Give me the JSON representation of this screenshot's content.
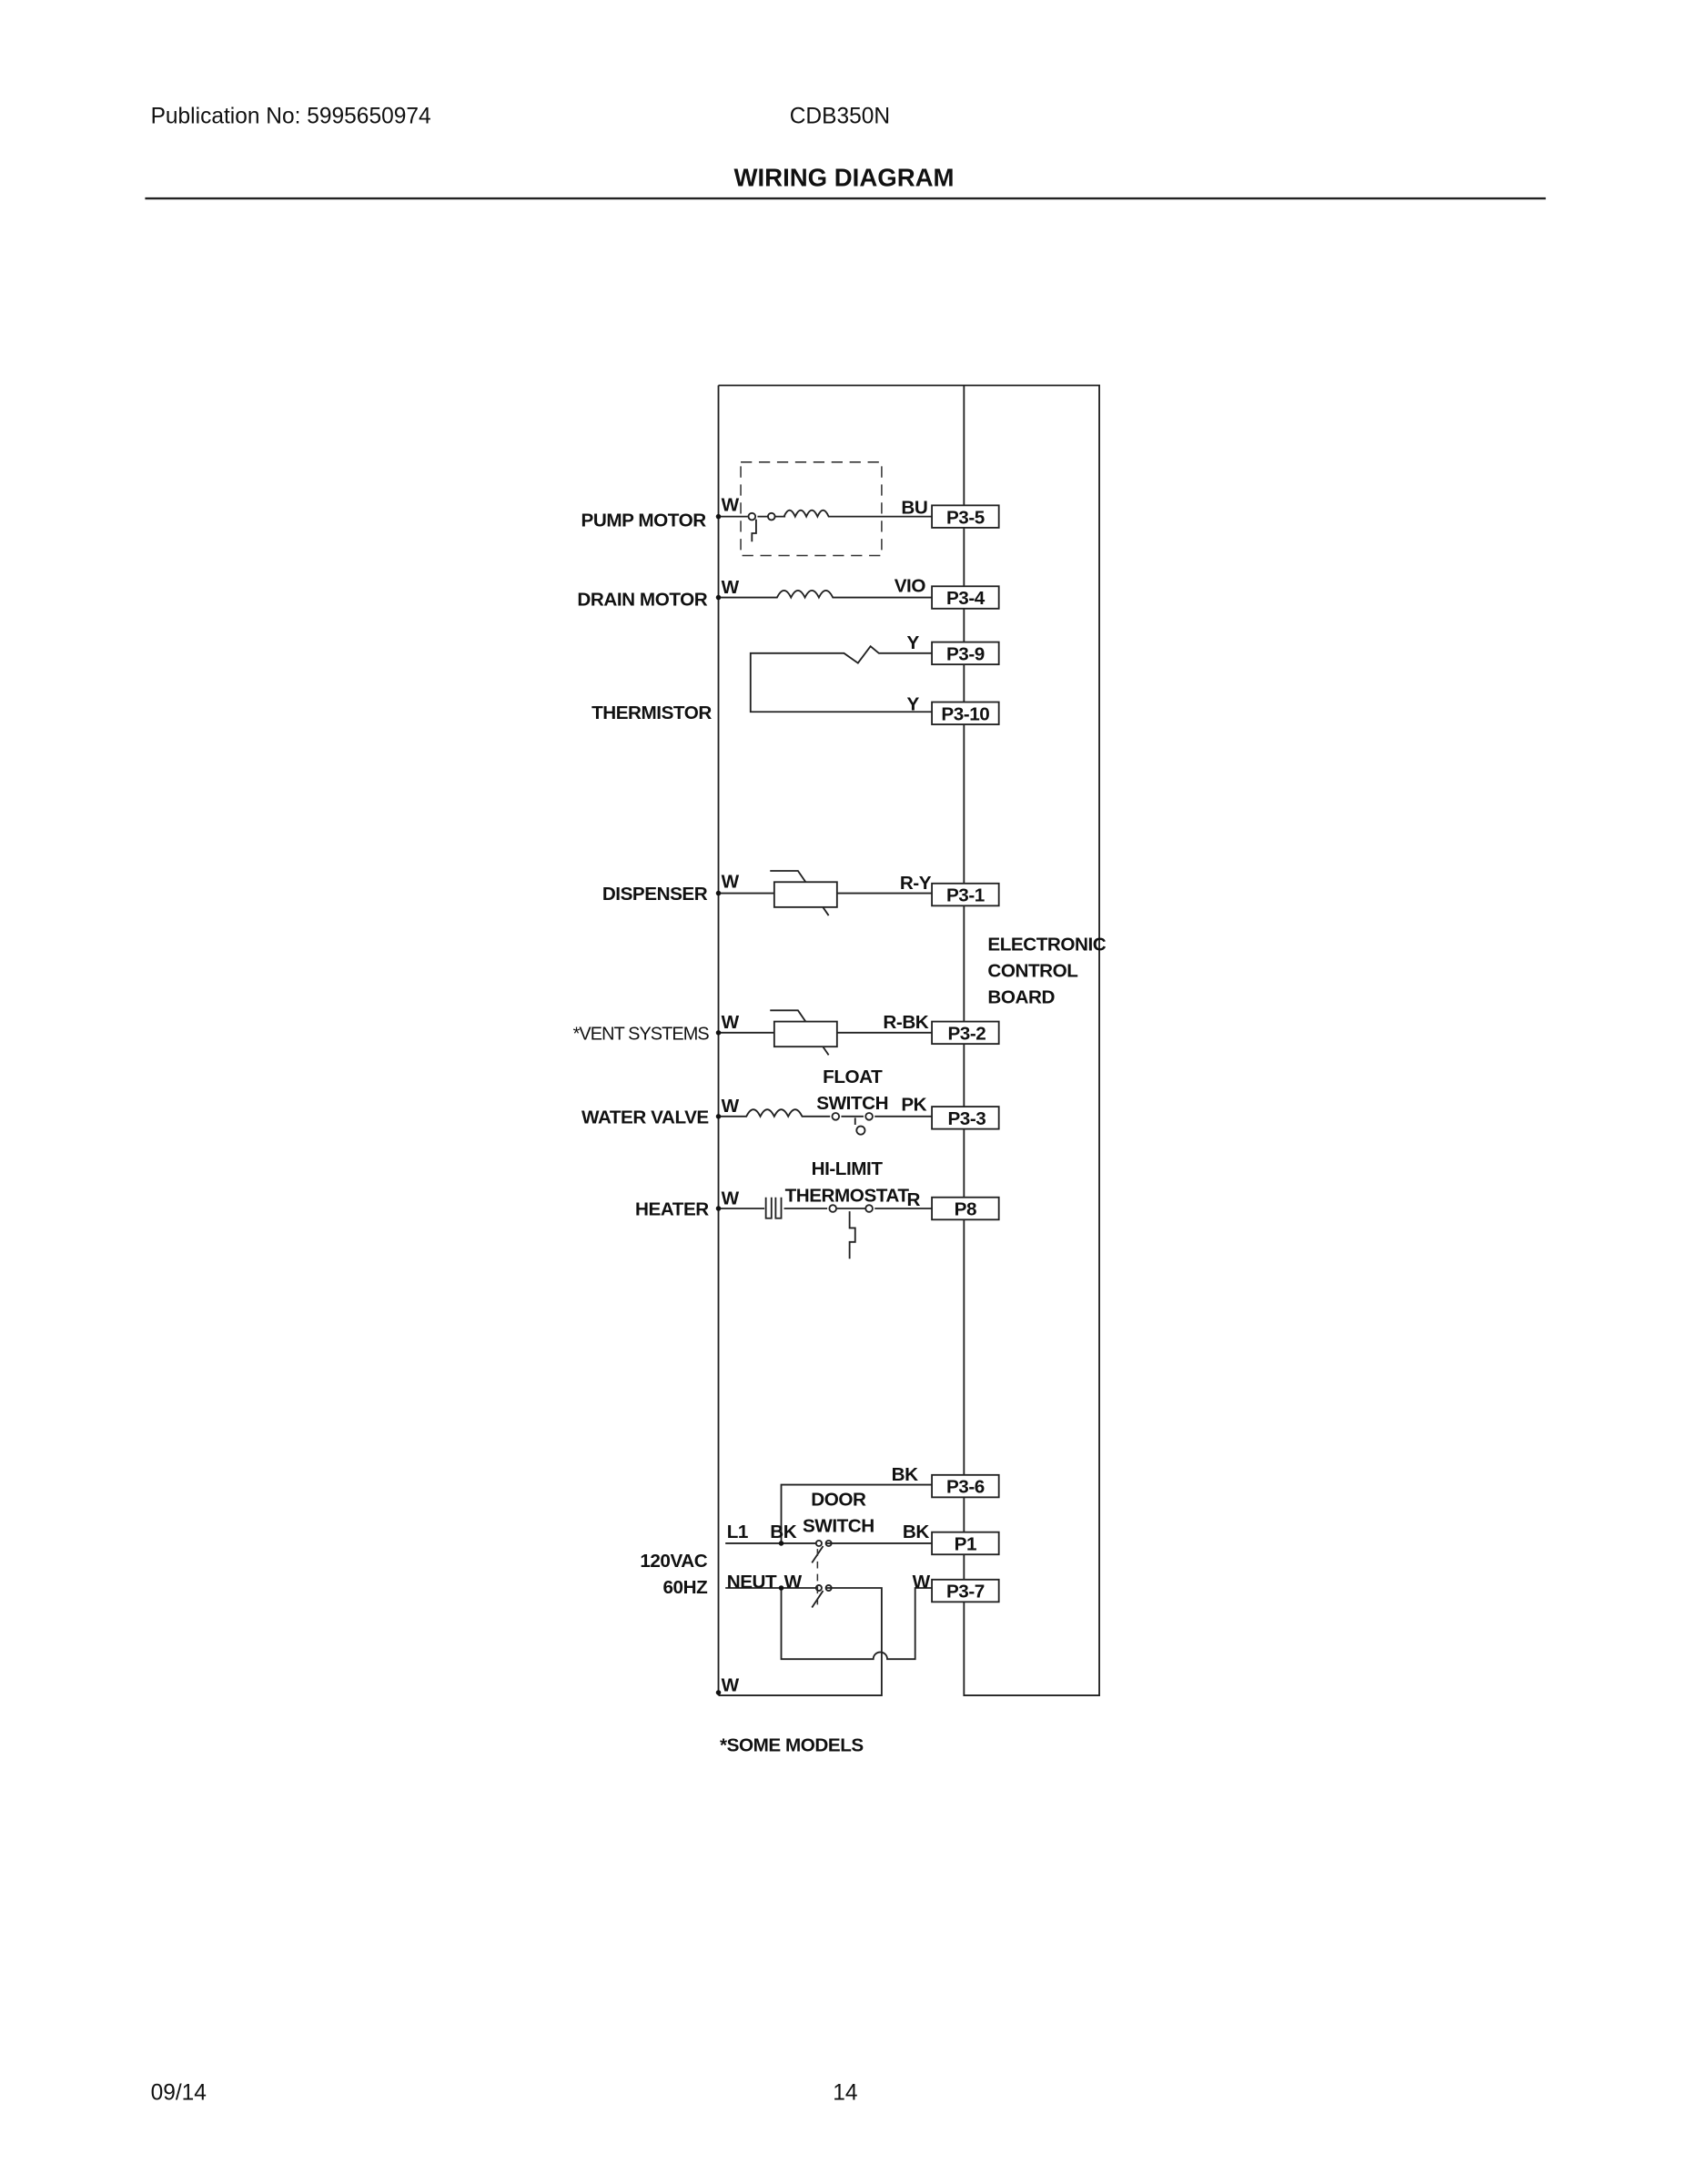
{
  "header": {
    "publication": "Publication No: 5995650974",
    "model": "CDB350N",
    "title": "WIRING DIAGRAM"
  },
  "footer": {
    "date": "09/14",
    "page": "14"
  },
  "components": {
    "pump_motor": "PUMP MOTOR",
    "drain_motor": "DRAIN MOTOR",
    "thermistor": "THERMISTOR",
    "dispenser": "DISPENSER",
    "vent_systems": "*VENT SYSTEMS",
    "water_valve": "WATER VALVE",
    "heater": "HEATER",
    "float_switch_1": "FLOAT",
    "float_switch_2": "SWITCH",
    "hi_limit_1": "HI-LIMIT",
    "hi_limit_2": "THERMOSTAT",
    "door_switch_1": "DOOR",
    "door_switch_2": "SWITCH",
    "supply_1": "120VAC",
    "supply_2": "60HZ",
    "ecb_1": "ELECTRONIC",
    "ecb_2": "CONTROL",
    "ecb_3": "BOARD",
    "l1": "L1",
    "neut": "NEUT"
  },
  "wires": {
    "w": "W",
    "bu": "BU",
    "vio": "VIO",
    "y": "Y",
    "ry": "R-Y",
    "rbk": "R-BK",
    "pk": "PK",
    "r": "R",
    "bk": "BK"
  },
  "connectors": [
    "P3-5",
    "P3-4",
    "P3-9",
    "P3-10",
    "P3-1",
    "P3-2",
    "P3-3",
    "P8",
    "P3-6",
    "P1",
    "P3-7"
  ],
  "note": "*SOME MODELS"
}
